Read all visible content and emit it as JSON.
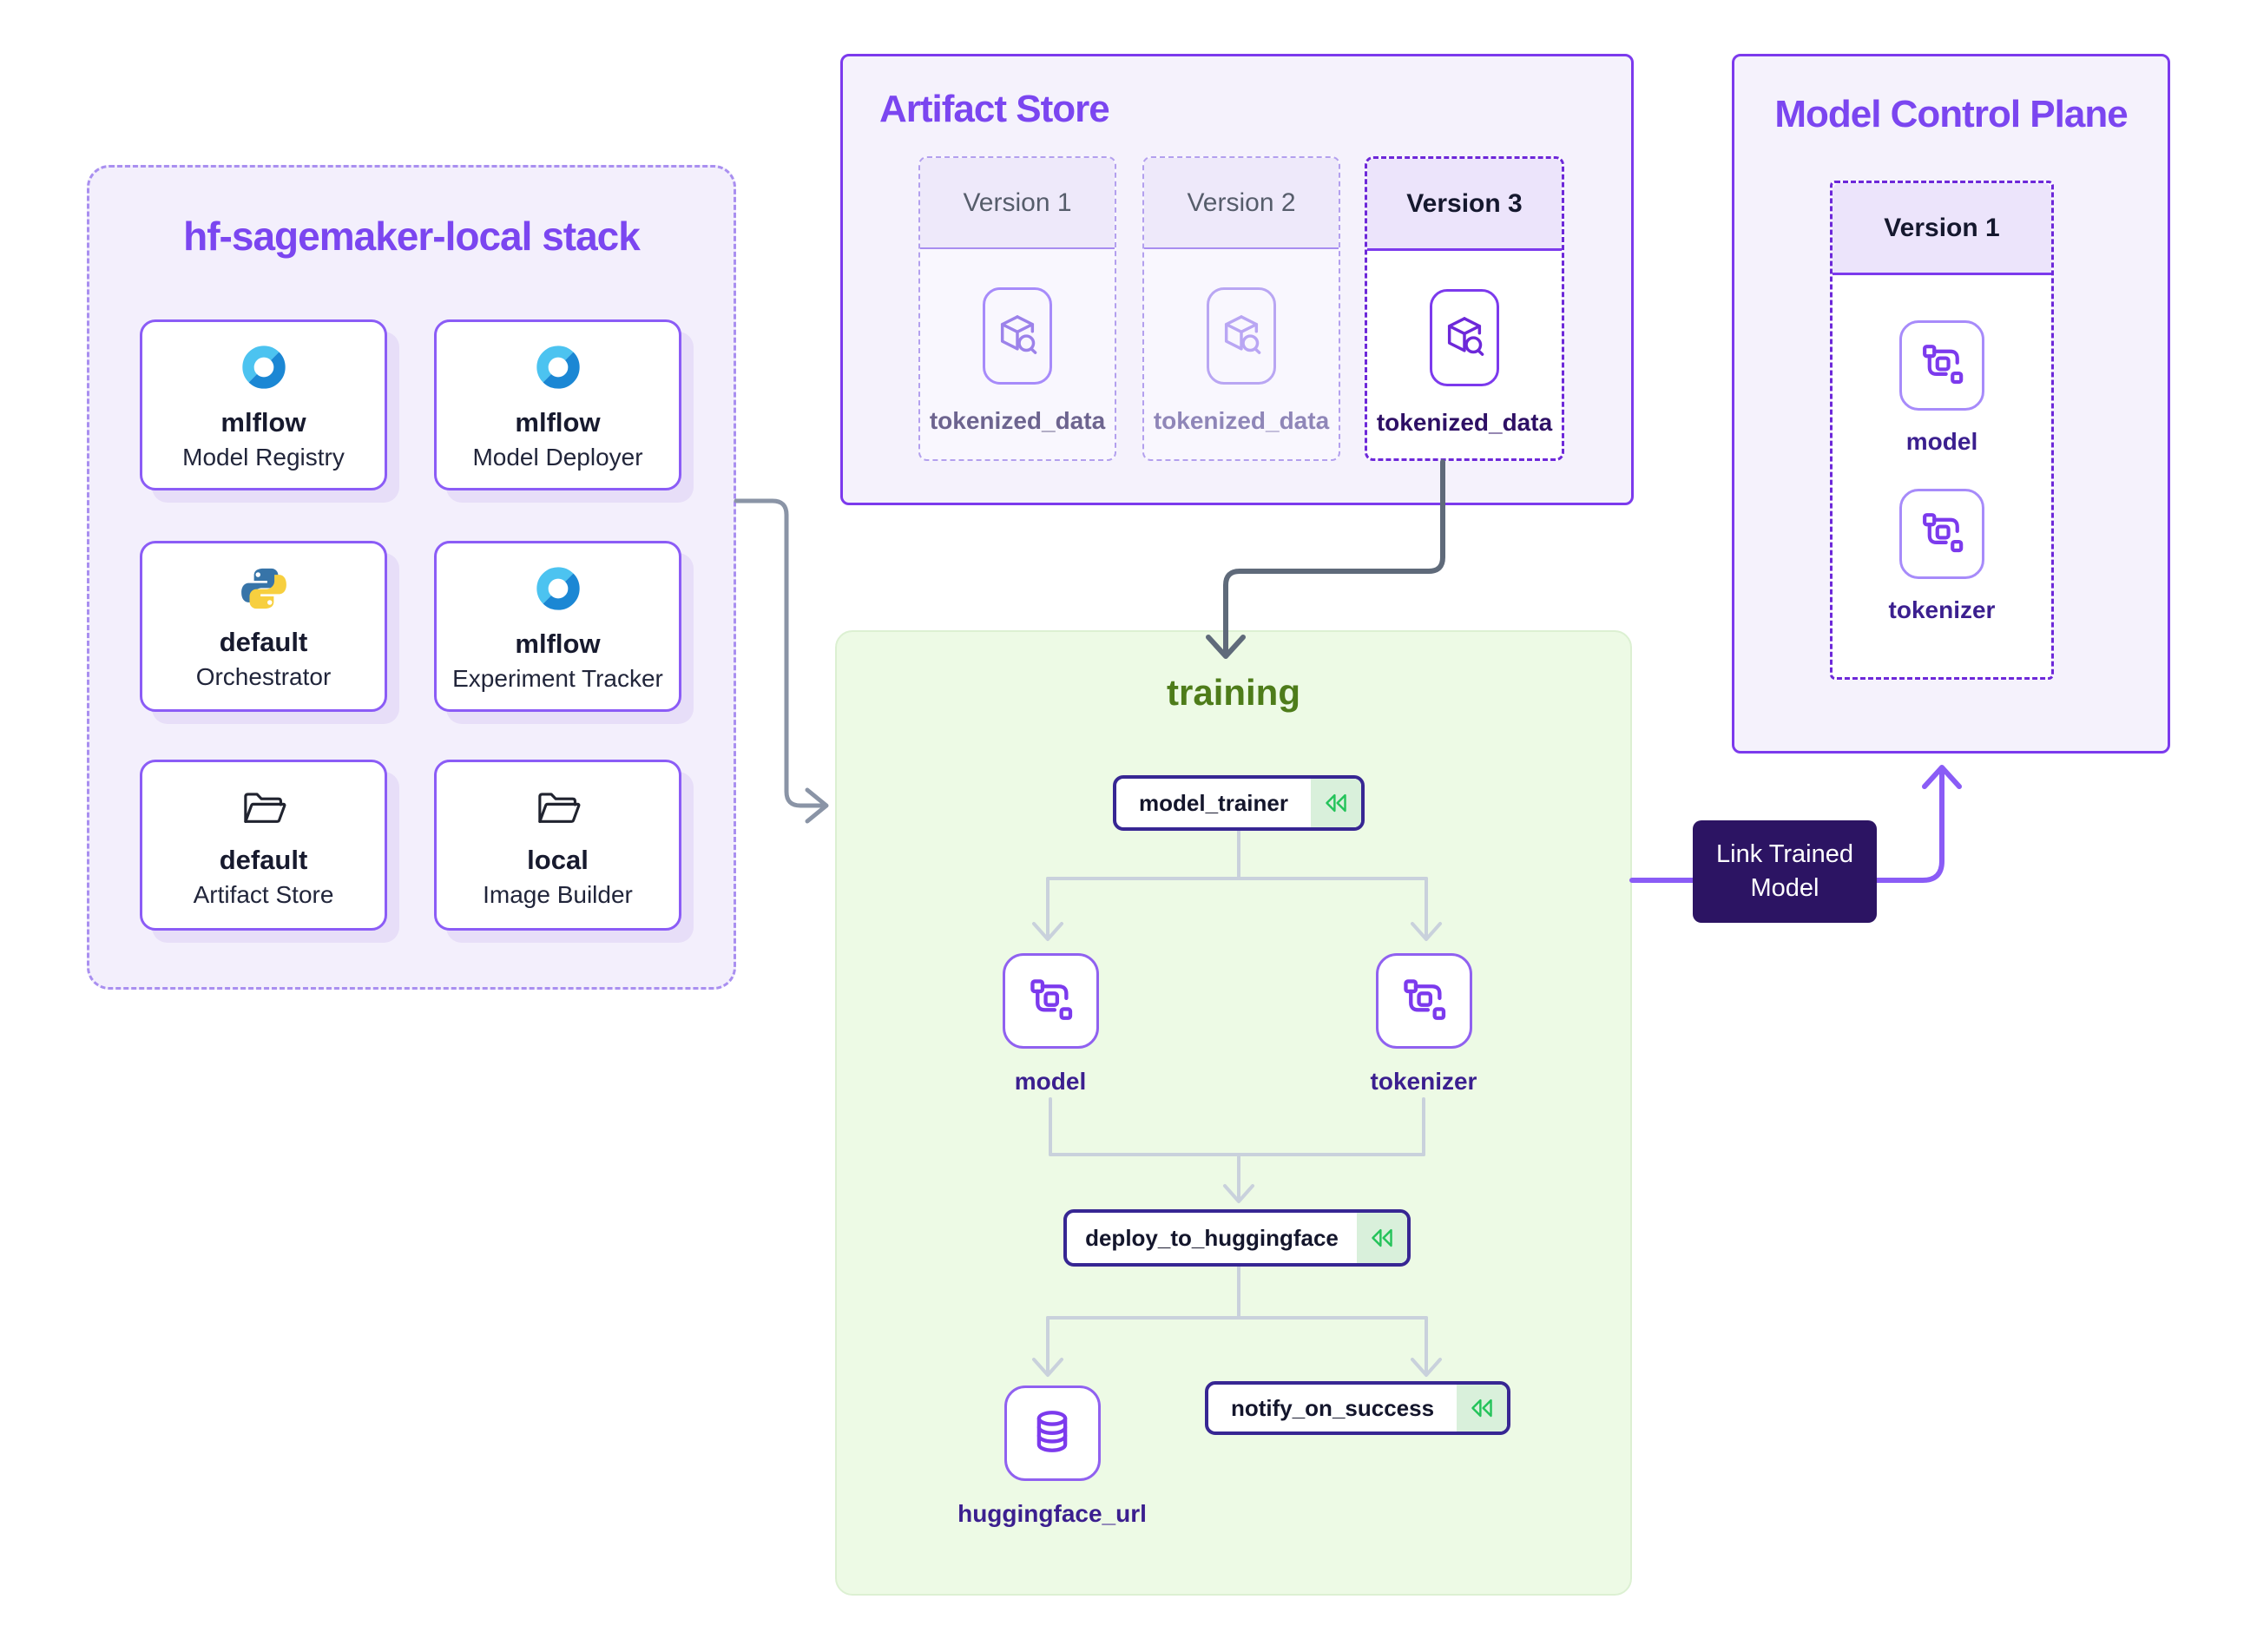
{
  "colors": {
    "accent_purple": "#7b46f0",
    "panel_border_purple": "#7c3aed",
    "panel_bg_lavender": "#f3effc",
    "card_border_purple": "#8b5cf6",
    "training_bg_green": "#edfae5",
    "training_title_green": "#4e7c1a",
    "step_border_indigo": "#372693",
    "step_icon_green": "#24c35a",
    "badge_bg_dark_purple": "#2c1463",
    "connector_gray": "#8a94a6",
    "connector_dark_slate": "#5f6a7a",
    "dag_edge_gray": "#c9d1dc",
    "link_connector_purple": "#8a5cf6",
    "artifact_label_purple": "#3b1f8f"
  },
  "stack_panel": {
    "title": "hf-sagemaker-local stack",
    "cards": [
      {
        "name": "mlflow",
        "type": "Model Registry",
        "icon": "mlflow-icon"
      },
      {
        "name": "mlflow",
        "type": "Model Deployer",
        "icon": "mlflow-icon"
      },
      {
        "name": "default",
        "type": "Orchestrator",
        "icon": "python-icon"
      },
      {
        "name": "mlflow",
        "type": "Experiment Tracker",
        "icon": "mlflow-icon"
      },
      {
        "name": "default",
        "type": "Artifact Store",
        "icon": "folder-open-icon"
      },
      {
        "name": "local",
        "type": "Image Builder",
        "icon": "folder-open-icon"
      }
    ]
  },
  "artifact_store_panel": {
    "title": "Artifact Store",
    "versions": [
      {
        "label": "Version 1",
        "artifact": "tokenized_data",
        "state": "old"
      },
      {
        "label": "Version 2",
        "artifact": "tokenized_data",
        "state": "old"
      },
      {
        "label": "Version 3",
        "artifact": "tokenized_data",
        "state": "current"
      }
    ]
  },
  "model_control_plane_panel": {
    "title": "Model Control Plane",
    "version": {
      "label": "Version 1",
      "artifacts": [
        {
          "label": "model",
          "icon": "model-icon"
        },
        {
          "label": "tokenizer",
          "icon": "model-icon"
        }
      ]
    }
  },
  "training_panel": {
    "title": "training",
    "steps": [
      {
        "label": "model_trainer",
        "icon": "rewind-icon"
      },
      {
        "label": "deploy_to_huggingface",
        "icon": "rewind-icon"
      },
      {
        "label": "notify_on_success",
        "icon": "rewind-icon"
      }
    ],
    "artifacts": [
      {
        "label": "model",
        "icon": "model-icon"
      },
      {
        "label": "tokenizer",
        "icon": "model-icon"
      },
      {
        "label": "huggingface_url",
        "icon": "database-icon"
      }
    ]
  },
  "link_badge": {
    "label": "Link Trained Model"
  }
}
